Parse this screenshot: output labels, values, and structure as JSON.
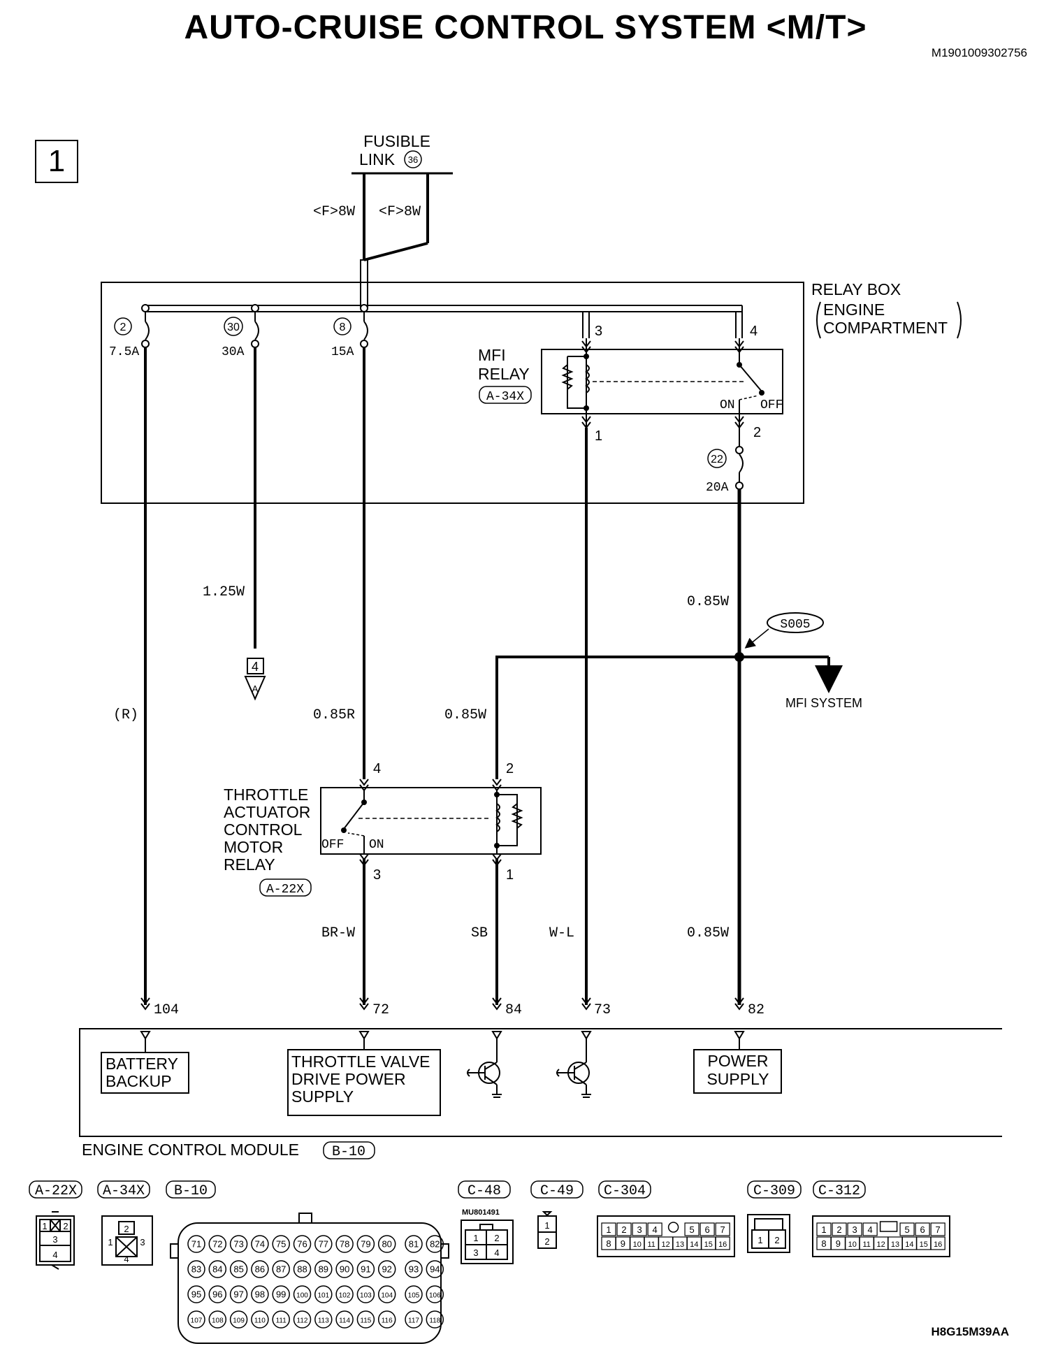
{
  "title": "AUTO-CRUISE CONTROL SYSTEM <M/T>",
  "doc_id": "M1901009302756",
  "footer_id": "H8G15M39AA",
  "section_number": "1",
  "fusible_link": {
    "line1": "FUSIBLE",
    "line2": "LINK",
    "number": "36"
  },
  "feed_wires": [
    "<F>8W",
    "<F>8W"
  ],
  "relay_box": {
    "label": "RELAY BOX",
    "sub1": "ENGINE",
    "sub2": "COMPARTMENT"
  },
  "fuses": [
    {
      "number": "2",
      "rating": "7.5A"
    },
    {
      "number": "30",
      "rating": "30A"
    },
    {
      "number": "8",
      "rating": "15A"
    },
    {
      "number": "22",
      "rating": "20A"
    }
  ],
  "mfi_relay": {
    "line1": "MFI",
    "line2": "RELAY",
    "connector": "A-34X",
    "pins": [
      "3",
      "4",
      "1",
      "2"
    ],
    "on": "ON",
    "off": "OFF"
  },
  "wires": {
    "fuse30_out": "1.25W",
    "fuse2_out": "(R)",
    "fuse8_out": "0.85R",
    "mfi_out": "0.85W",
    "branch_to_relay": "0.85W",
    "relay_to_ecm_3": "BR-W",
    "relay_to_ecm_1": "SB",
    "mfi_to_ecm": "W-L",
    "power_supply": "0.85W"
  },
  "ref_marker": {
    "number": "4",
    "letter": "A"
  },
  "splice": {
    "label": "S005"
  },
  "mfi_system": "MFI SYSTEM",
  "throttle_relay": {
    "lines": [
      "THROTTLE",
      "ACTUATOR",
      "CONTROL",
      "MOTOR",
      "RELAY"
    ],
    "connector": "A-22X",
    "pins": [
      "4",
      "2",
      "3",
      "1"
    ],
    "on": "ON",
    "off": "OFF"
  },
  "ecm": {
    "label": "ENGINE CONTROL MODULE",
    "connector": "B-10",
    "terminals": [
      "104",
      "72",
      "84",
      "73",
      "82"
    ],
    "boxes": [
      {
        "line1": "BATTERY",
        "line2": "BACKUP"
      },
      {
        "line1": "THROTTLE VALVE",
        "line2": "DRIVE POWER",
        "line3": "SUPPLY"
      },
      {
        "line1": "POWER",
        "line2": "SUPPLY"
      }
    ]
  },
  "connectors": {
    "labels": [
      "A-22X",
      "A-34X",
      "B-10",
      "C-48",
      "C-49",
      "C-304",
      "C-309",
      "C-312"
    ],
    "c48_part": "MU801491",
    "a22x_pins": [
      "1",
      "2",
      "3",
      "4"
    ],
    "a34x_pins": [
      "1",
      "2",
      "3",
      "4"
    ],
    "c48_pins": [
      "1",
      "2",
      "3",
      "4"
    ],
    "c49_pins": [
      "1",
      "2"
    ],
    "c309_pins": [
      "1",
      "2"
    ],
    "sixteen_pins": [
      "1",
      "2",
      "3",
      "4",
      "5",
      "6",
      "7",
      "8",
      "9",
      "10",
      "11",
      "12",
      "13",
      "14",
      "15",
      "16"
    ],
    "b10_rows": [
      [
        "71",
        "72",
        "73",
        "74",
        "75",
        "76",
        "77",
        "78",
        "79",
        "80",
        "81",
        "82"
      ],
      [
        "83",
        "84",
        "85",
        "86",
        "87",
        "88",
        "89",
        "90",
        "91",
        "92",
        "93",
        "94"
      ],
      [
        "95",
        "96",
        "97",
        "98",
        "99",
        "100",
        "101",
        "102",
        "103",
        "104",
        "105",
        "106"
      ],
      [
        "107",
        "108",
        "109",
        "110",
        "111",
        "112",
        "113",
        "114",
        "115",
        "116",
        "117",
        "118"
      ]
    ]
  }
}
